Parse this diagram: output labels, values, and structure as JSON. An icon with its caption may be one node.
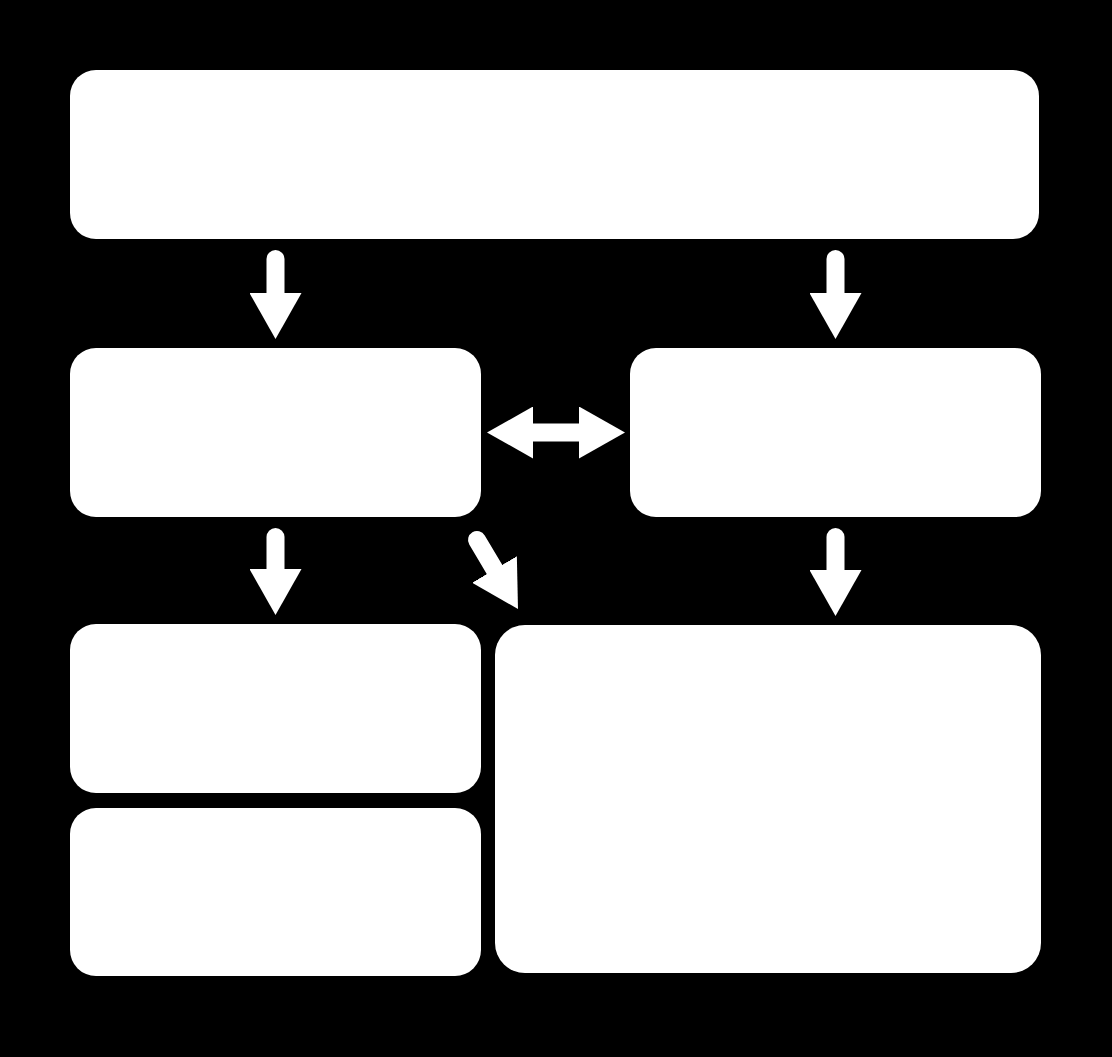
{
  "diagram": {
    "nodes": [
      {
        "text": [],
        "shape": "box"
      },
      {
        "text": [],
        "shape": "box"
      },
      {
        "text": [],
        "shape": "box"
      },
      {
        "text": [],
        "shape": "box"
      },
      {
        "text": [],
        "shape": "box"
      },
      {
        "text": [],
        "shape": "box"
      }
    ],
    "edges": [
      {
        "from": 0,
        "to": 1,
        "arrow": "to"
      },
      {
        "from": 0,
        "to": 2,
        "arrow": "to"
      },
      {
        "from": 1,
        "to": 2,
        "arrow": "both"
      },
      {
        "from": 1,
        "to": 3,
        "arrow": "to"
      },
      {
        "from": 1,
        "to": 4,
        "arrow": "to"
      },
      {
        "from": 2,
        "to": 4,
        "arrow": "to"
      }
    ]
  }
}
